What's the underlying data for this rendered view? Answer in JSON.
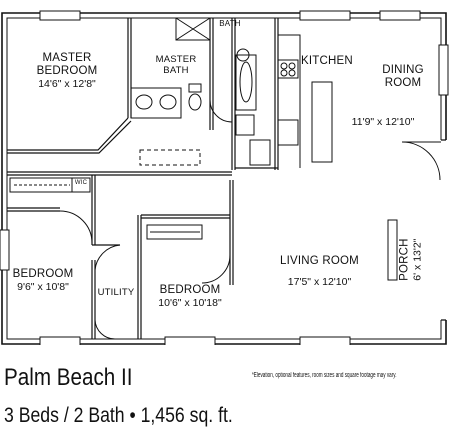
{
  "plan_name": "Palm Beach II",
  "plan_summary": "3 Beds / 2 Bath • 1,456 sq. ft.",
  "disclaimer": "*Elevation, optional features, room sizes and square footage may vary.",
  "rooms": {
    "master_bedroom": {
      "name_line1": "MASTER",
      "name_line2": "BEDROOM",
      "dims": "14'6\" x 12'8\""
    },
    "master_bath": {
      "name_line1": "MASTER",
      "name_line2": "BATH"
    },
    "bath": {
      "name": "BATH"
    },
    "kitchen": {
      "name": "KITCHEN"
    },
    "dining_room": {
      "name_line1": "DINING",
      "name_line2": "ROOM",
      "dims": "11'9\" x 12'10\""
    },
    "wic": {
      "name": "WIC"
    },
    "bedroom_left": {
      "name": "BEDROOM",
      "dims": "9'6\" x 10'8\""
    },
    "utility": {
      "name": "UTILITY"
    },
    "bedroom_middle": {
      "name": "BEDROOM",
      "dims": "10'6\" x 10'18\""
    },
    "living_room": {
      "name": "LIVING ROOM",
      "dims": "17'5\" x 12'10\""
    },
    "porch": {
      "name": "PORCH",
      "dims": "6' x 13'2\""
    }
  }
}
